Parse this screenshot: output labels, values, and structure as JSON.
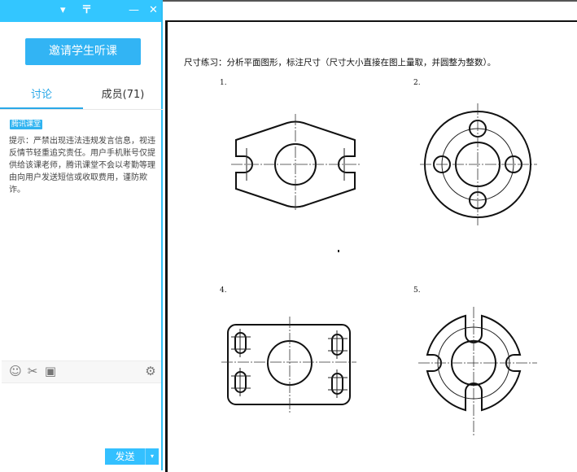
{
  "titlebar": {
    "icons": [
      "dropdown-arrow-icon",
      "pin-icon",
      "minimize-icon",
      "close-icon"
    ],
    "glyphs": {
      "dropdown": "▾",
      "pin": "〒",
      "minimize": "—",
      "close": "✕"
    }
  },
  "panel": {
    "invite_button": "邀请学生听课",
    "tabs": [
      {
        "label": "讨论",
        "active": true
      },
      {
        "label": "成员(71)",
        "active": false
      }
    ],
    "badge": "腾讯课堂",
    "notice": "提示：严禁出现违法违规发言信息，视违反情节轻重追究责任。用户手机账号仅提供给该课老师，腾讯课堂不会以考勤等理由向用户发送短信或收取费用，谨防欺诈。",
    "toolbar": {
      "emoji": "☺",
      "scissors": "✂",
      "image": "▣",
      "settings": "⚙"
    },
    "send_button": "发送",
    "send_dropdown": "▾"
  },
  "document": {
    "title": "尺寸练习：分析平面图形，标注尺寸（尺寸大小直接在图上量取，并圆整为整数）。",
    "figures": [
      {
        "label": "1."
      },
      {
        "label": "2."
      },
      {
        "label": "4."
      },
      {
        "label": "5."
      }
    ]
  },
  "colors": {
    "accent": "#33c6ff",
    "button": "#32b4f4",
    "tab_active": "#2aa8e8"
  }
}
